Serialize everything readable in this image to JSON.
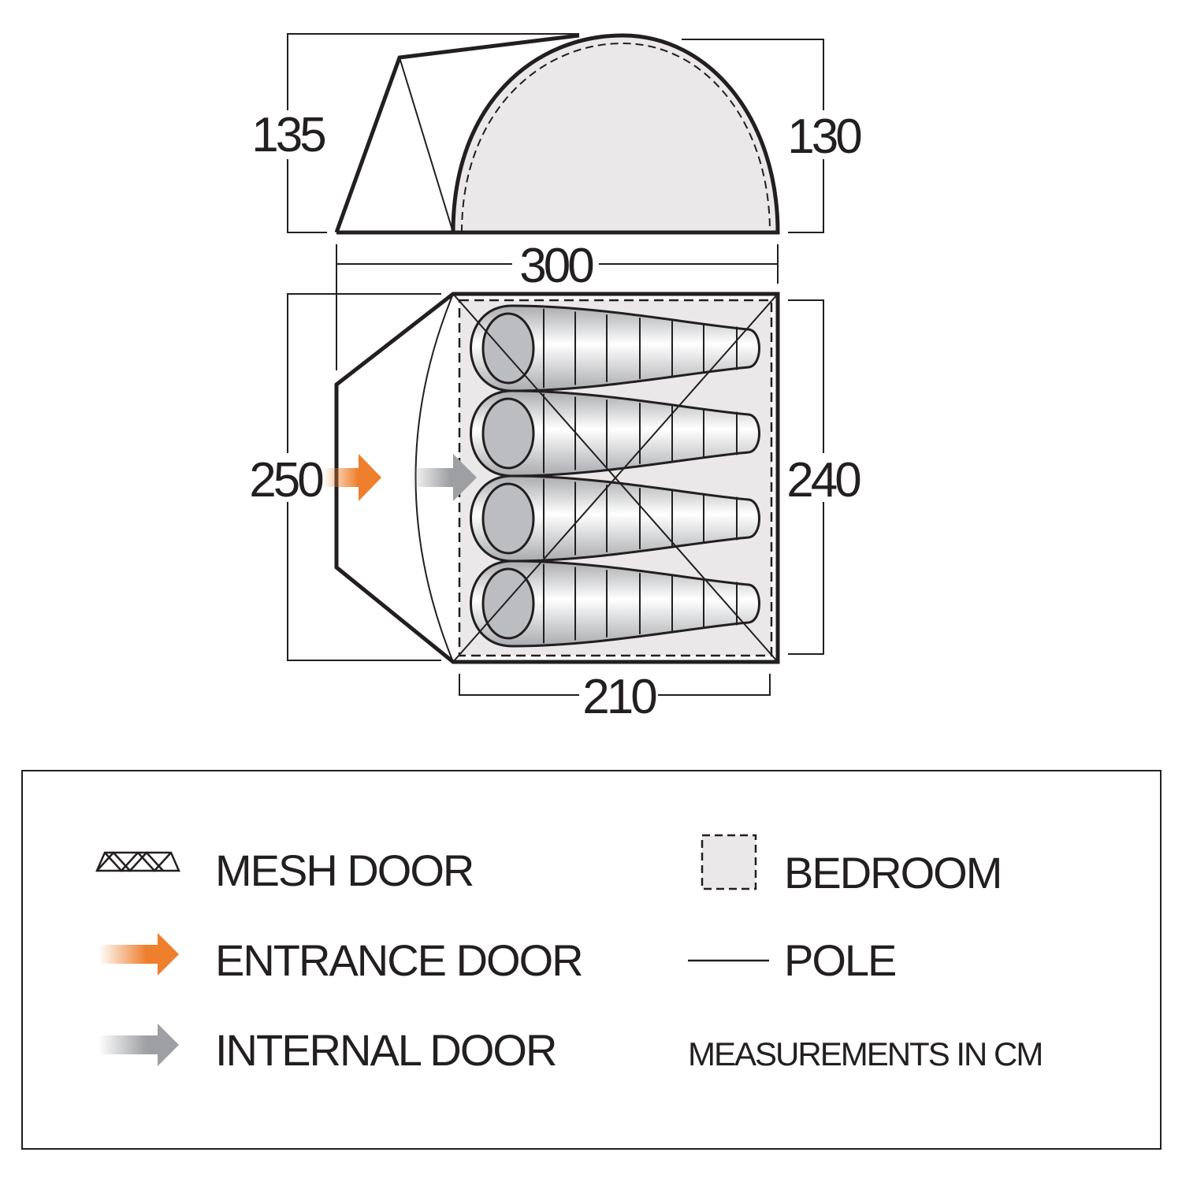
{
  "dimensions": {
    "side_height_front": "135",
    "side_height_rear": "130",
    "total_length": "300",
    "total_width": "250",
    "bedroom_width": "240",
    "bedroom_length": "210"
  },
  "sleeping_bags": 4,
  "legend": {
    "mesh_door": "MESH DOOR",
    "entrance_door": "ENTRANCE DOOR",
    "internal_door": "INTERNAL DOOR",
    "bedroom": "BEDROOM",
    "pole": "POLE",
    "note": "MEASUREMENTS IN CM"
  },
  "colors": {
    "outline": "#231f20",
    "bedroom_fill": "#ebe8ea",
    "entrance_arrow": "#ee7f2d",
    "internal_arrow": "#9d9fa2"
  }
}
